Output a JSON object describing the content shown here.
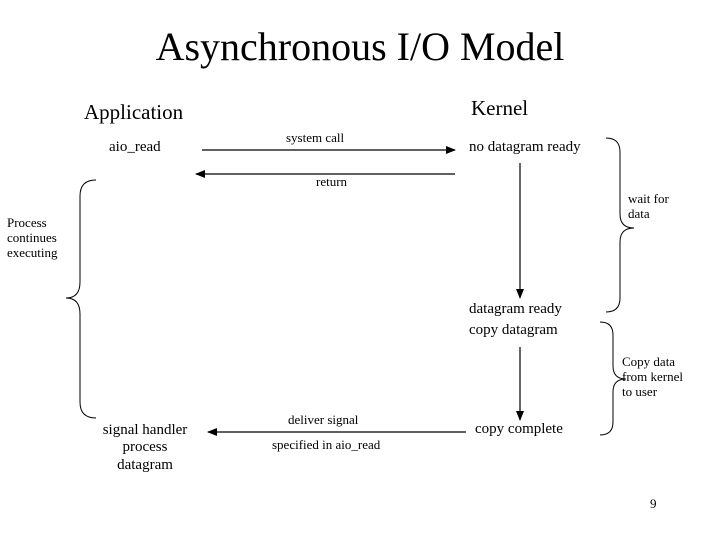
{
  "slide": {
    "title": "Asynchronous I/O Model",
    "page_number": "9"
  },
  "columns": {
    "application": "Application",
    "kernel": "Kernel"
  },
  "application": {
    "aio_read": "aio_read",
    "signal_handler_lines": [
      "signal handler",
      "process",
      "datagram"
    ]
  },
  "kernel": {
    "no_datagram_ready": "no datagram ready",
    "datagram_ready": "datagram ready",
    "copy_datagram": "copy datagram",
    "copy_complete": "copy complete"
  },
  "arrows": {
    "system_call": "system call",
    "return": "return",
    "deliver_signal": "deliver signal",
    "specified_in_aio_read": "specified in aio_read"
  },
  "braces": {
    "process_continues": [
      "Process",
      "continues",
      "executing"
    ],
    "wait_for_data": [
      "wait for",
      "data"
    ],
    "copy_data": [
      "Copy data",
      "from kernel",
      "to user"
    ]
  }
}
